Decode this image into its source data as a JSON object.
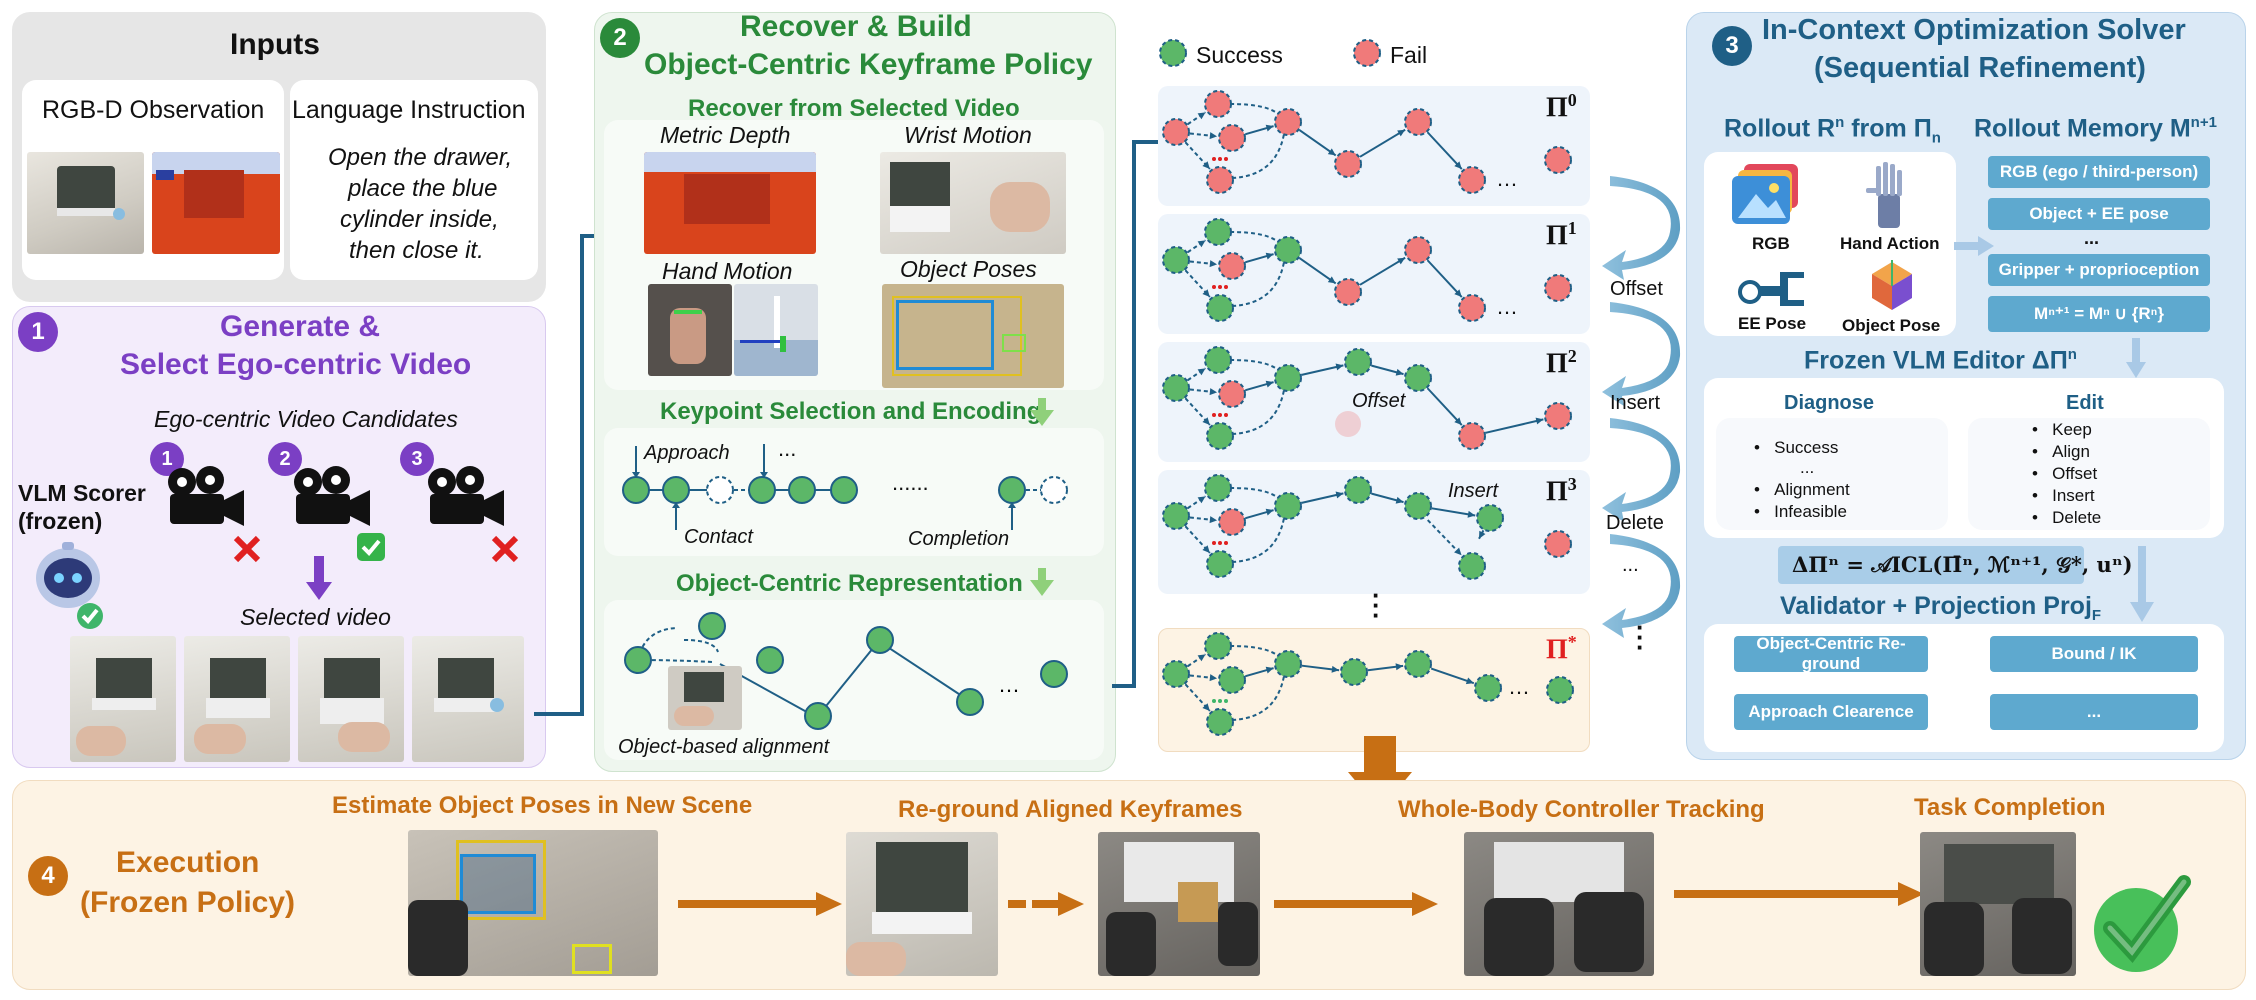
{
  "inputs": {
    "title": "Inputs",
    "rgbd_label": "RGB-D Observation",
    "lang_label": "Language Instruction",
    "lang_text": [
      "Open the drawer,",
      "place the blue",
      "cylinder inside,",
      "then close it."
    ]
  },
  "stage1": {
    "num": "1",
    "title_l1": "Generate &",
    "title_l2": "Select Ego-centric Video",
    "candidates_label": "Ego-centric Video Candidates",
    "vlm_label_l1": "VLM Scorer",
    "vlm_label_l2": "(frozen)",
    "cand_nums": [
      "1",
      "2",
      "3"
    ],
    "selected_label": "Selected video"
  },
  "stage2": {
    "num": "2",
    "title_l1": "Recover & Build",
    "title_l2": "Object-Centric Keyframe Policy",
    "recover_label": "Recover from Selected Video",
    "metric_depth": "Metric Depth",
    "wrist_motion": "Wrist Motion",
    "hand_motion": "Hand Motion",
    "object_poses": "Object Poses",
    "keypoint_label": "Keypoint Selection and Encoding",
    "approach": "Approach",
    "contact": "Contact",
    "completion": "Completion",
    "ellipsis_short": "...",
    "ellipsis_long": "......",
    "ocr_label": "Object-Centric Representation",
    "alignment_label": "Object-based alignment"
  },
  "policies": {
    "legend_success": "Success",
    "legend_fail": "Fail",
    "pi0": "Π",
    "sup0": "0",
    "sup1": "1",
    "sup2": "2",
    "sup3": "3",
    "supstar": "*",
    "offset_label": "Offset",
    "insert_label": "Insert",
    "op_offset": "Offset",
    "op_insert": "Insert",
    "op_delete": "Delete",
    "dots": "...",
    "colors": {
      "success": "#5cb768",
      "fail": "#f07a7a",
      "edge": "#1f5f86"
    }
  },
  "stage3": {
    "num": "3",
    "title_l1": "In-Context Optimization Solver",
    "title_l2": "(Sequential Refinement)",
    "rollout_label": "Rollout R",
    "rollout_sup": "n",
    "rollout_from": " from Π",
    "rollout_sub": "n",
    "memory_label": "Rollout Memory M",
    "memory_sup": "n+1",
    "icons": [
      "RGB",
      "Hand Action",
      "EE Pose",
      "Object Pose"
    ],
    "memory_items": [
      "RGB (ego / third-person)",
      "Object + EE pose",
      "...",
      "Gripper + proprioception",
      "Mⁿ⁺¹ = Mⁿ ∪ {Rⁿ}"
    ],
    "vlm_editor": "Frozen VLM Editor ΔΠ",
    "vlm_editor_sup": "n",
    "diagnose": "Diagnose",
    "edit": "Edit",
    "diagnose_items": [
      "Success",
      "...",
      "Alignment",
      "Infeasible"
    ],
    "edit_items": [
      "Keep",
      "Align",
      "Offset",
      "Insert",
      "Delete"
    ],
    "formula": "ΔΠⁿ = 𝒜ICL(Π̄ⁿ, ℳⁿ⁺¹, 𝒢*, uⁿ)",
    "validator": "Validator + Projection Proj",
    "validator_sub": "F",
    "buttons": [
      "Object-Centric Re-ground",
      "Bound / IK",
      "Approach Clearence",
      "..."
    ]
  },
  "stage4": {
    "num": "4",
    "title_l1": "Execution",
    "title_l2": "(Frozen Policy)",
    "steps": [
      "Estimate Object Poses in New Scene",
      "Re-ground Aligned Keyframes",
      "Whole-Body Controller Tracking",
      "Task Completion"
    ]
  }
}
